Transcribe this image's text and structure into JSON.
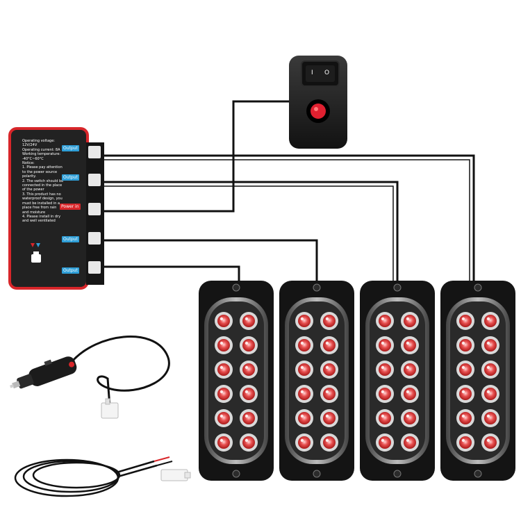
{
  "controller": {
    "text_block": "Operating voltage: 12V/24V\nOperating current: 8A\nWorking temperature: -40°C~60°C\nNotice:\n1. Please pay attention to the power source polarity.\n2. The switch should be connected in the place of the power\n3. This product has no waterproof design, you must be installed in a place free from rain and moisture\n4. Please install in dry and well ventilated place",
    "ports": [
      "Output",
      "Output",
      "Power in",
      "Output",
      "Output"
    ]
  },
  "switch": {
    "rocker_symbols": [
      "I",
      "O"
    ]
  },
  "colors": {
    "controller_body": "#222222",
    "controller_border": "#d8262a",
    "led_red": "#e03a3a",
    "wire": "#111111",
    "switch_button": "#e02030"
  }
}
